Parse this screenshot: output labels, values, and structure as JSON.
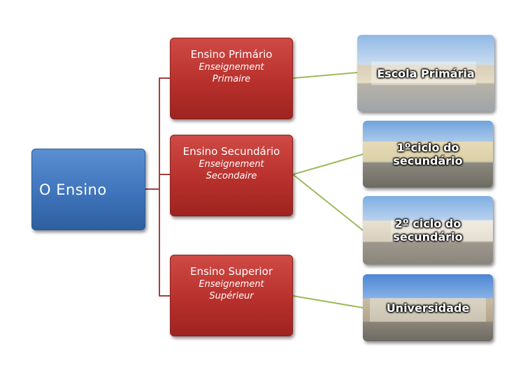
{
  "root": {
    "label": "O Ensino"
  },
  "levels": [
    {
      "pt": "Ensino Primário",
      "fr1": "Enseignement",
      "fr2": "Primaire"
    },
    {
      "pt": "Ensino Secundário",
      "fr1": "Enseignement",
      "fr2": "Secondaire"
    },
    {
      "pt": "Ensino Superior",
      "fr1": "Enseignement",
      "fr2": "Supérieur"
    }
  ],
  "schools": [
    {
      "line1": "Escola Primária",
      "line2": ""
    },
    {
      "line1": "1ºciclo do",
      "line2": "secundário"
    },
    {
      "line1": "2º ciclo do",
      "line2": "secundário"
    },
    {
      "line1": "Universidade",
      "line2": ""
    }
  ],
  "colors": {
    "root": "#3e74bb",
    "level": "#b8302c",
    "root_connector": "#a0413d",
    "school_connector": "#9bbb59"
  }
}
